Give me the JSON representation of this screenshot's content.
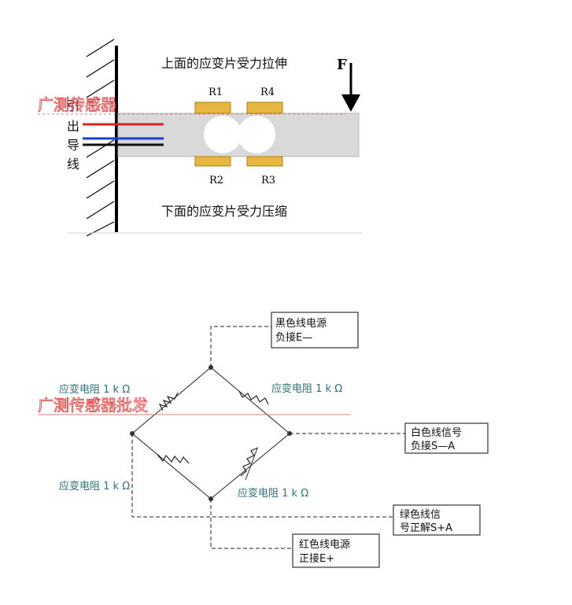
{
  "beam": {
    "top_text": "上面的应变片受力拉伸",
    "bottom_text": "下面的应变片受力压缩",
    "force_label": "F",
    "gauge_labels": {
      "r1": "R1",
      "r4": "R4",
      "r2": "R2",
      "r3": "R3"
    },
    "lead_label_chars": [
      "引",
      "出",
      "导",
      "线"
    ],
    "wire_colors": [
      "#e02020",
      "#1a3fd0",
      "#101010"
    ]
  },
  "watermark": {
    "top": "广测传感器",
    "bottom": "广测传感器批发"
  },
  "bridge": {
    "resistor_labels": {
      "top_left": "应变电阻 1 k Ω",
      "top_right": "应变电阻 1 k Ω",
      "bottom_left": "应变电阻 1 k Ω",
      "bottom_right": "应变电阻 1 k Ω"
    },
    "callouts": {
      "black": [
        "黑色线电源",
        "负接E—"
      ],
      "white": [
        "白色线信号",
        "负接S—A"
      ],
      "green": [
        "绿色线信",
        "号正解S+A"
      ],
      "red": [
        "红色线电源",
        "正接E+"
      ]
    }
  }
}
